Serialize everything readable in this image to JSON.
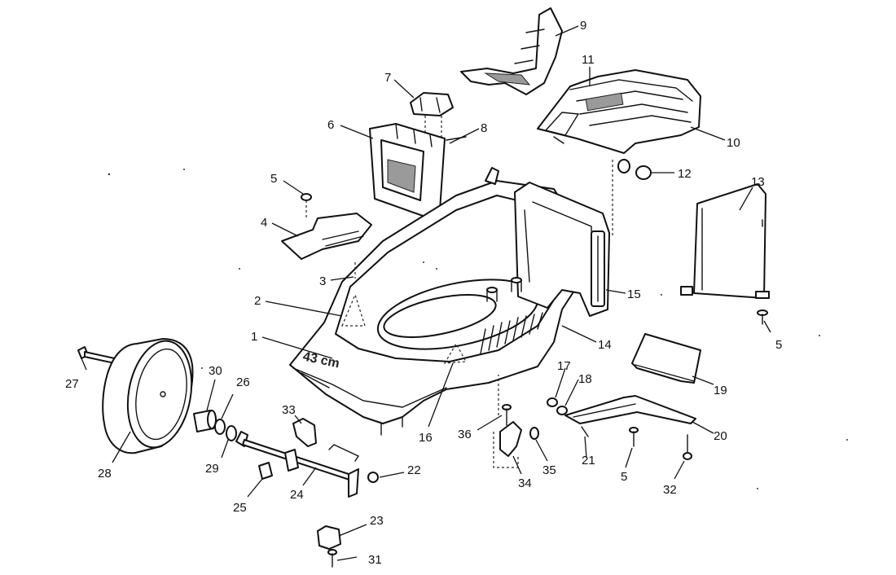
{
  "brand_text": "43 cm",
  "callouts": [
    {
      "id": "1",
      "label": "1"
    },
    {
      "id": "2",
      "label": "2"
    },
    {
      "id": "3",
      "label": "3"
    },
    {
      "id": "4",
      "label": "4"
    },
    {
      "id": "5a",
      "label": "5"
    },
    {
      "id": "5b",
      "label": "5"
    },
    {
      "id": "5c",
      "label": "5"
    },
    {
      "id": "6",
      "label": "6"
    },
    {
      "id": "7",
      "label": "7"
    },
    {
      "id": "8",
      "label": "8"
    },
    {
      "id": "9",
      "label": "9"
    },
    {
      "id": "10",
      "label": "10"
    },
    {
      "id": "11",
      "label": "11"
    },
    {
      "id": "12",
      "label": "12"
    },
    {
      "id": "13",
      "label": "13"
    },
    {
      "id": "14",
      "label": "14"
    },
    {
      "id": "15",
      "label": "15"
    },
    {
      "id": "16",
      "label": "16"
    },
    {
      "id": "17",
      "label": "17"
    },
    {
      "id": "18",
      "label": "18"
    },
    {
      "id": "19",
      "label": "19"
    },
    {
      "id": "20",
      "label": "20"
    },
    {
      "id": "21",
      "label": "21"
    },
    {
      "id": "22",
      "label": "22"
    },
    {
      "id": "23",
      "label": "23"
    },
    {
      "id": "24",
      "label": "24"
    },
    {
      "id": "25",
      "label": "25"
    },
    {
      "id": "26",
      "label": "26"
    },
    {
      "id": "27",
      "label": "27"
    },
    {
      "id": "28",
      "label": "28"
    },
    {
      "id": "29",
      "label": "29"
    },
    {
      "id": "30",
      "label": "30"
    },
    {
      "id": "31",
      "label": "31"
    },
    {
      "id": "32",
      "label": "32"
    },
    {
      "id": "33",
      "label": "33"
    },
    {
      "id": "34",
      "label": "34"
    },
    {
      "id": "35",
      "label": "35"
    },
    {
      "id": "36",
      "label": "36"
    }
  ]
}
